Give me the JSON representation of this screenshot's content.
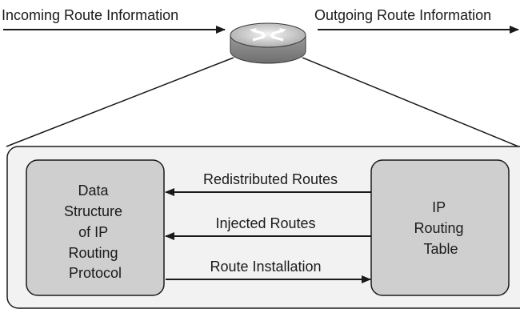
{
  "diagram": {
    "incoming_label": "Incoming Route Information",
    "outgoing_label": "Outgoing Route Information",
    "router_icon": "router-icon",
    "left_box": {
      "lines": [
        "Data",
        "Structure",
        "of IP",
        "Routing",
        "Protocol"
      ]
    },
    "right_box": {
      "lines": [
        "IP",
        "Routing",
        "Table"
      ]
    },
    "arrows": {
      "redistributed": "Redistributed Routes",
      "injected": "Injected Routes",
      "installation": "Route Installation"
    },
    "colors": {
      "container_fill": "#f2f2f2",
      "box_fill": "#cfcfcf",
      "stroke": "#1a1a1a"
    }
  }
}
